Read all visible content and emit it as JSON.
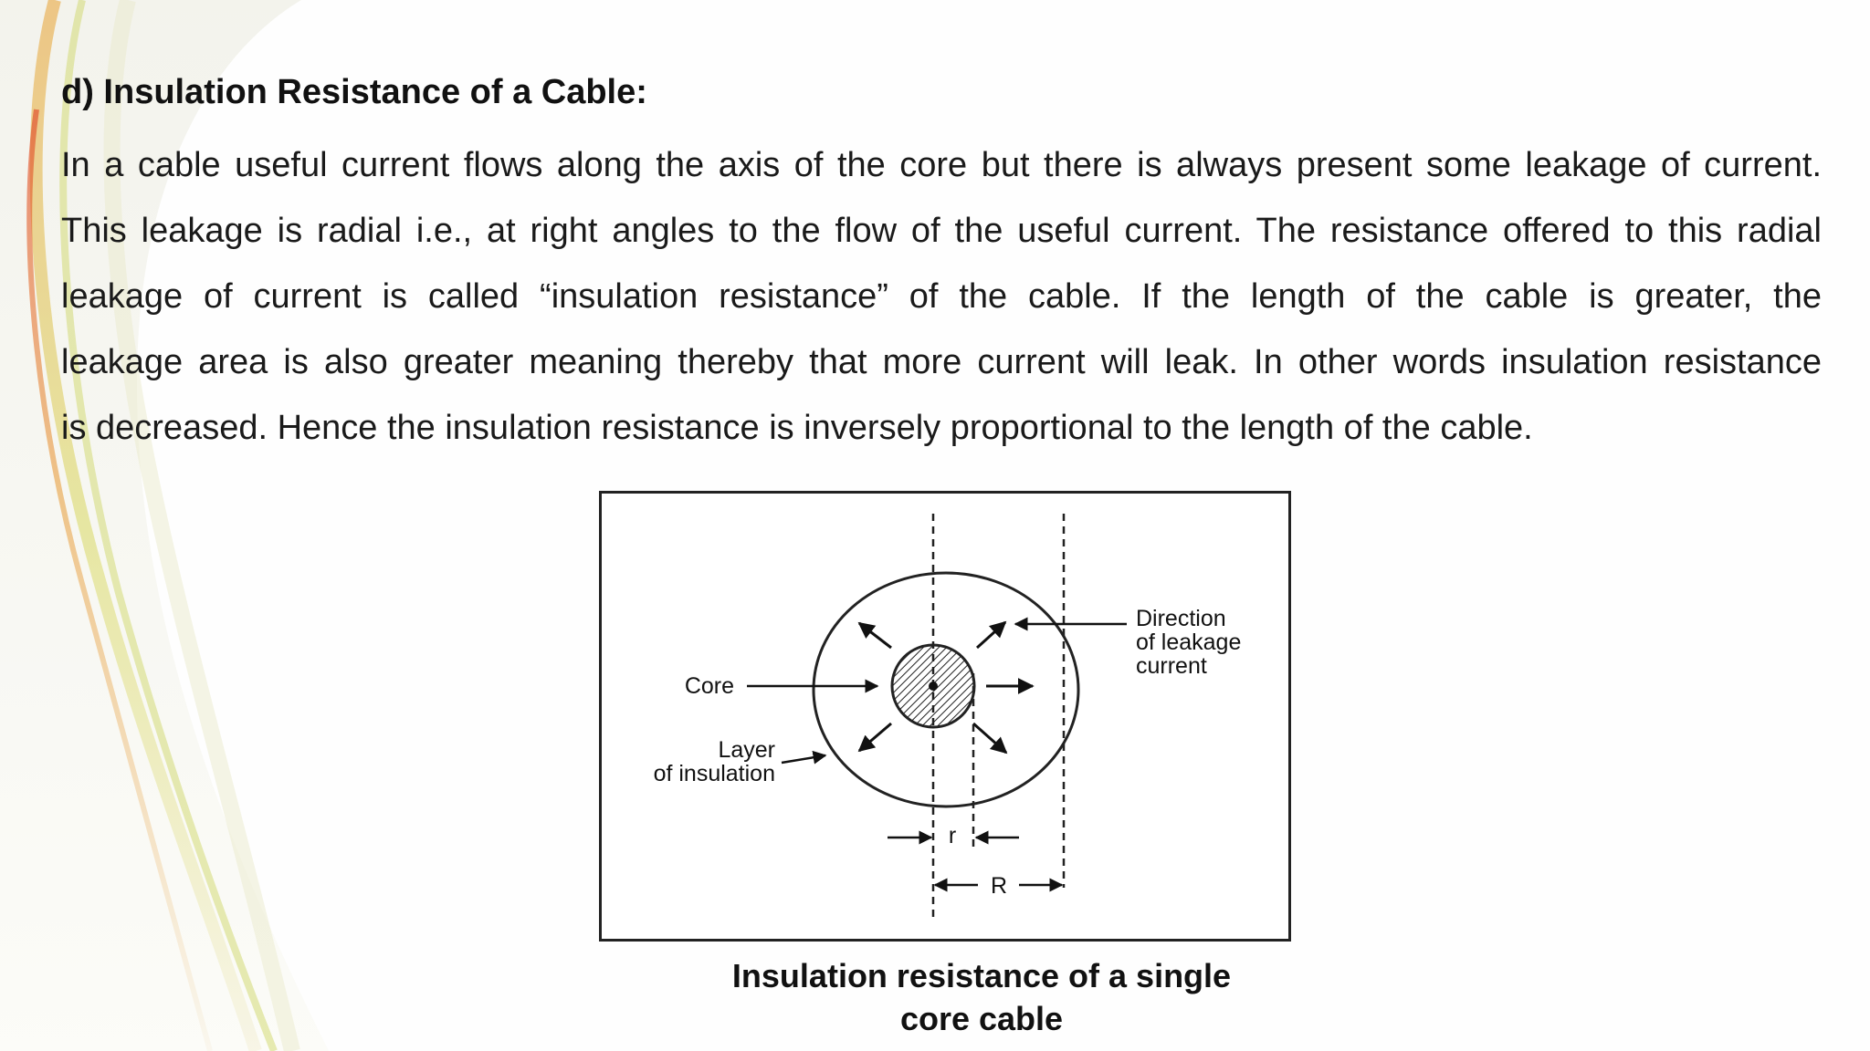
{
  "heading": "d) Insulation Resistance of a Cable:",
  "paragraph_lines": [
    "In a cable useful current flows along the axis of the core but there is always present some leakage of current.",
    "This leakage is radial i.e., at right angles to the flow of the useful current. The resistance offered to this radial",
    "leakage of current is called “insulation resistance” of the cable. If the length of the cable is greater, the",
    "leakage area is also greater meaning thereby that more current will leak. In other words insulation resistance",
    "is decreased. Hence the insulation resistance is inversely proportional to the length of the cable."
  ],
  "figure": {
    "label_core": "Core",
    "label_layer_1": "Layer",
    "label_layer_2": "of insulation",
    "label_direction_1": "Direction",
    "label_direction_2": "of leakage",
    "label_direction_3": "current",
    "label_r": "r",
    "label_R": "R"
  },
  "caption_line_1": "Insulation resistance of a single",
  "caption_line_2": "core cable"
}
